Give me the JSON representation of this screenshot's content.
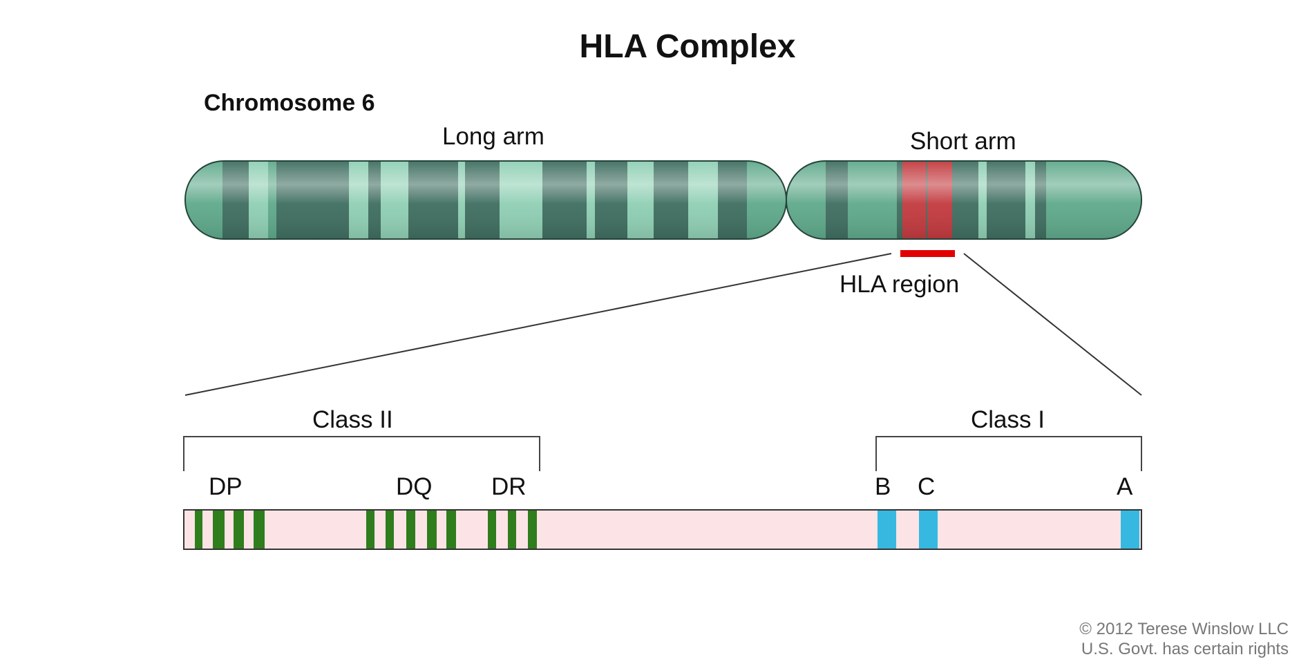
{
  "title": "HLA Complex",
  "chromosome": {
    "name": "Chromosome 6",
    "long_arm_label": "Long arm",
    "short_arm_label": "Short arm",
    "region_label": "HLA region",
    "colors": {
      "body": "#5fa98b",
      "dark_band": "#3f6e60",
      "light_band": "#8fcfb4",
      "outline": "#24443a",
      "hla": "#c23a3f",
      "hla_marker": "#e30000"
    }
  },
  "detail": {
    "class_ii_label": "Class II",
    "class_i_label": "Class I",
    "genes": [
      {
        "name": "DP",
        "group": "class-ii"
      },
      {
        "name": "DQ",
        "group": "class-ii"
      },
      {
        "name": "DR",
        "group": "class-ii"
      },
      {
        "name": "B",
        "group": "class-i"
      },
      {
        "name": "C",
        "group": "class-i"
      },
      {
        "name": "A",
        "group": "class-i"
      }
    ],
    "colors": {
      "bar_fill": "#fce4e6",
      "class_ii_band": "#2f7d1c",
      "class_i_band": "#37b8e0"
    }
  },
  "copyright": {
    "line1": "© 2012 Terese Winslow LLC",
    "line2": "U.S. Govt. has certain rights"
  }
}
